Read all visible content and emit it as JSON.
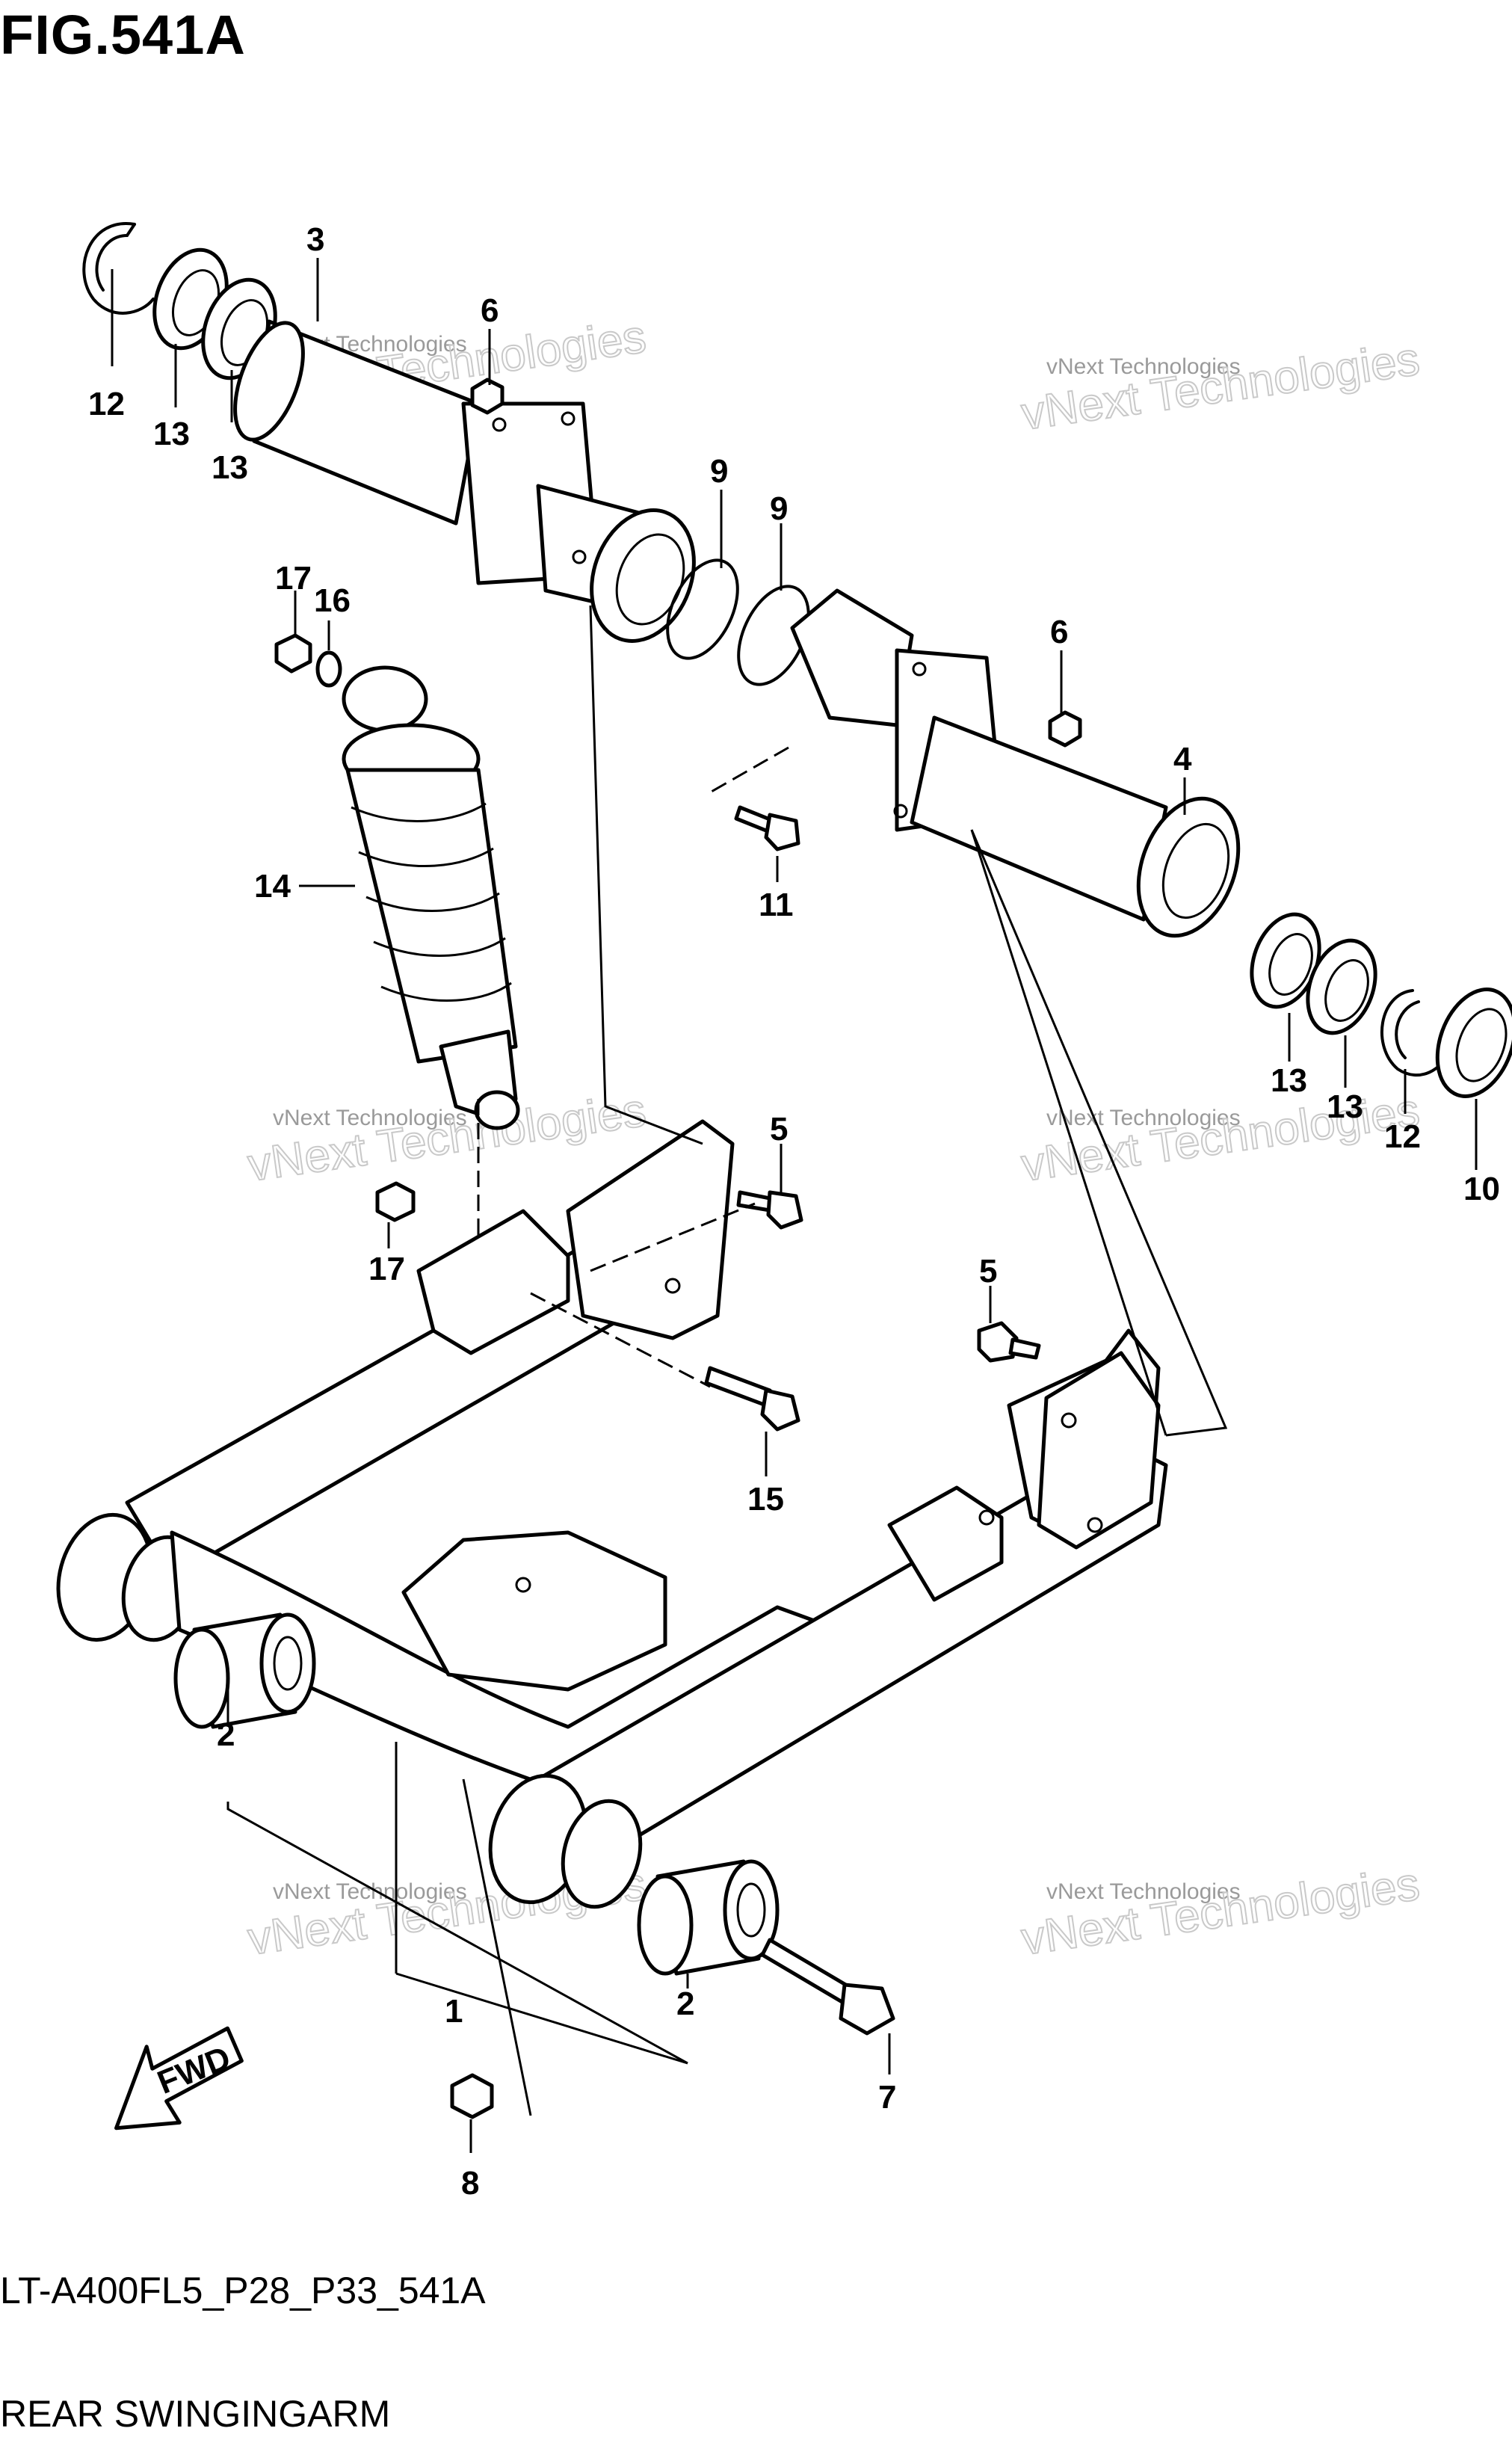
{
  "figure": {
    "title": "FIG.541A",
    "code": "LT-A400FL5_P28_P33_541A",
    "name": "REAR SWINGINGARM"
  },
  "watermark": {
    "line1": "vNext Technologies",
    "line2": "vNext Technologies"
  },
  "fwd_label": "FWD",
  "callouts": [
    {
      "id": "c3",
      "label": "3"
    },
    {
      "id": "c6a",
      "label": "6"
    },
    {
      "id": "c12a",
      "label": "12"
    },
    {
      "id": "c13a",
      "label": "13"
    },
    {
      "id": "c13b",
      "label": "13"
    },
    {
      "id": "c9a",
      "label": "9"
    },
    {
      "id": "c9b",
      "label": "9"
    },
    {
      "id": "c17a",
      "label": "17"
    },
    {
      "id": "c16",
      "label": "16"
    },
    {
      "id": "c6b",
      "label": "6"
    },
    {
      "id": "c4",
      "label": "4"
    },
    {
      "id": "c11",
      "label": "11"
    },
    {
      "id": "c14",
      "label": "14"
    },
    {
      "id": "c13c",
      "label": "13"
    },
    {
      "id": "c13d",
      "label": "13"
    },
    {
      "id": "c12b",
      "label": "12"
    },
    {
      "id": "c10",
      "label": "10"
    },
    {
      "id": "c5a",
      "label": "5"
    },
    {
      "id": "c17b",
      "label": "17"
    },
    {
      "id": "c5b",
      "label": "5"
    },
    {
      "id": "c15",
      "label": "15"
    },
    {
      "id": "c2a",
      "label": "2"
    },
    {
      "id": "c1",
      "label": "1"
    },
    {
      "id": "c2b",
      "label": "2"
    },
    {
      "id": "c7",
      "label": "7"
    },
    {
      "id": "c8",
      "label": "8"
    }
  ]
}
